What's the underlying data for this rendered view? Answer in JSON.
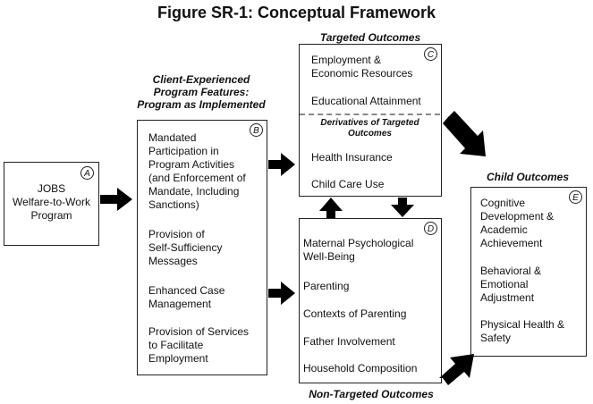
{
  "title": "Figure SR-1:  Conceptual Framework",
  "box_a": {
    "badge": "A",
    "label": "JOBS\nWelfare-to-Work\nProgram"
  },
  "box_b": {
    "badge": "B",
    "heading": "Client-Experienced\nProgram Features:\nProgram as Implemented",
    "items": [
      "Mandated\nParticipation in\nProgram Activities\n(and Enforcement of\nMandate, Including\nSanctions)",
      "Provision of\nSelf-Sufficiency\nMessages",
      "Enhanced Case\nManagement",
      "Provision of Services\nto Facilitate\nEmployment"
    ]
  },
  "box_c": {
    "badge": "C",
    "heading": "Targeted Outcomes",
    "items": [
      "Employment &\nEconomic Resources",
      "Educational Attainment"
    ],
    "sub_heading": "Derivatives of Targeted\nOutcomes",
    "sub_items": [
      "Health Insurance",
      "Child Care Use"
    ]
  },
  "box_d": {
    "badge": "D",
    "heading": "Non-Targeted Outcomes",
    "items": [
      "Maternal Psychological\nWell-Being",
      "Parenting",
      "Contexts of Parenting",
      "Father Involvement",
      "Household Composition"
    ]
  },
  "box_e": {
    "badge": "E",
    "heading": "Child Outcomes",
    "items": [
      "Cognitive\nDevelopment &\nAcademic\nAchievement",
      "Behavioral &\nEmotional\nAdjustment",
      "Physical Health &\nSafety"
    ]
  }
}
